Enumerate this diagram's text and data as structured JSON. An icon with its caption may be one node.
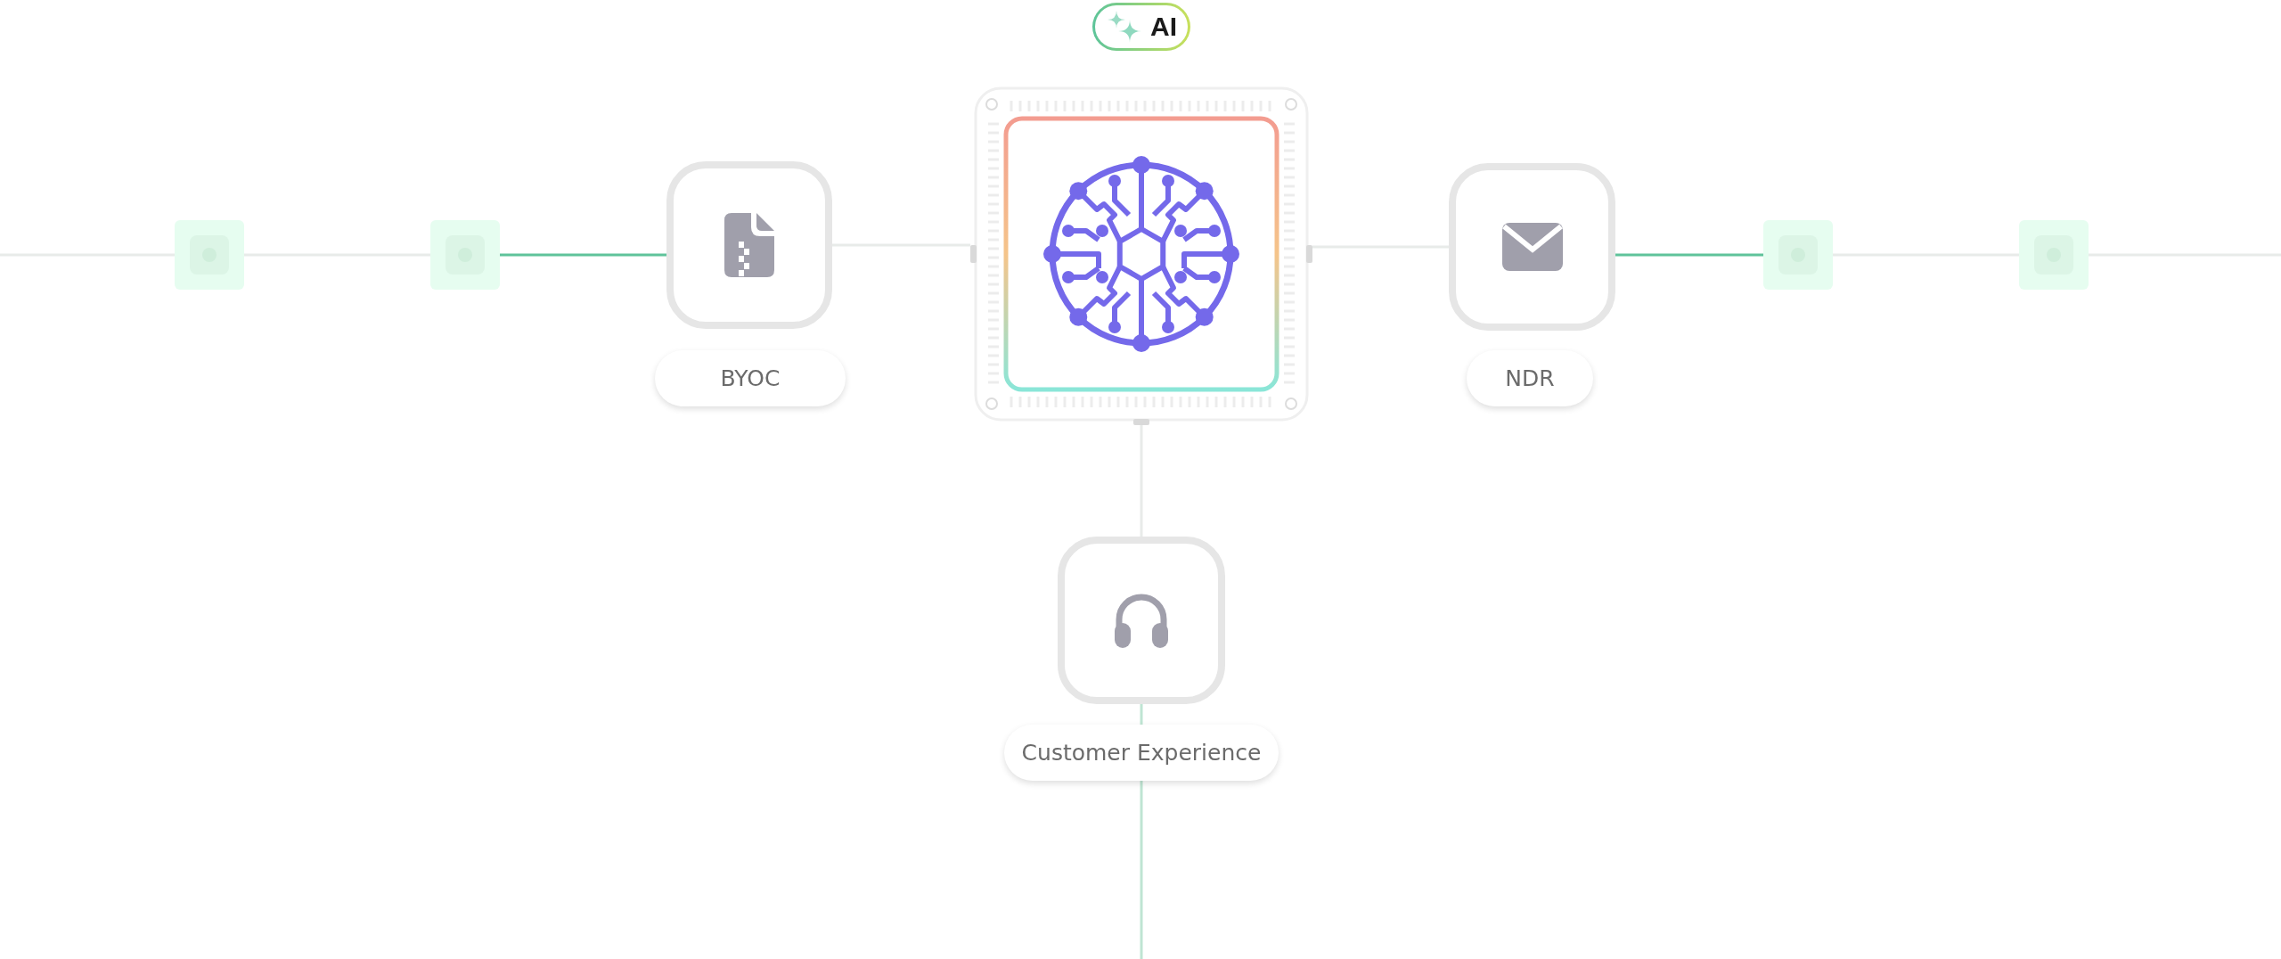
{
  "diagram": {
    "nodes": [
      {
        "text": [
          "AI"
        ]
      },
      {
        "text": [],
        "shape": "box"
      },
      {
        "text": [],
        "shape": "box"
      },
      {
        "text": [],
        "shape": "box"
      },
      {
        "text": [],
        "shape": "box"
      },
      {
        "text": [],
        "shape": "box"
      },
      {
        "text": [],
        "shape": "box"
      },
      {
        "text": [],
        "shape": "box"
      },
      {
        "text": [
          "BYOC"
        ]
      },
      {
        "text": [
          "NDR"
        ]
      },
      {
        "text": [],
        "shape": "box"
      },
      {
        "text": [
          "Customer Experience"
        ]
      }
    ],
    "edges": [
      {
        "from": null,
        "to": 1,
        "arrow": "none"
      },
      {
        "from": 1,
        "to": 2,
        "arrow": "none"
      },
      {
        "from": 2,
        "to": 3,
        "arrow": "none",
        "color": "#5fc39a"
      },
      {
        "from": 3,
        "to": 4,
        "arrow": "none"
      },
      {
        "from": 4,
        "to": 5,
        "arrow": "none"
      },
      {
        "from": 5,
        "to": 6,
        "arrow": "none",
        "color": "#5fc39a"
      },
      {
        "from": 6,
        "to": 7,
        "arrow": "none"
      },
      {
        "from": 7,
        "to": null,
        "arrow": "none"
      },
      {
        "from": 4,
        "to": 10,
        "arrow": "none"
      },
      {
        "from": 10,
        "to": null,
        "arrow": "none",
        "color": "#bfe5d3"
      }
    ]
  }
}
